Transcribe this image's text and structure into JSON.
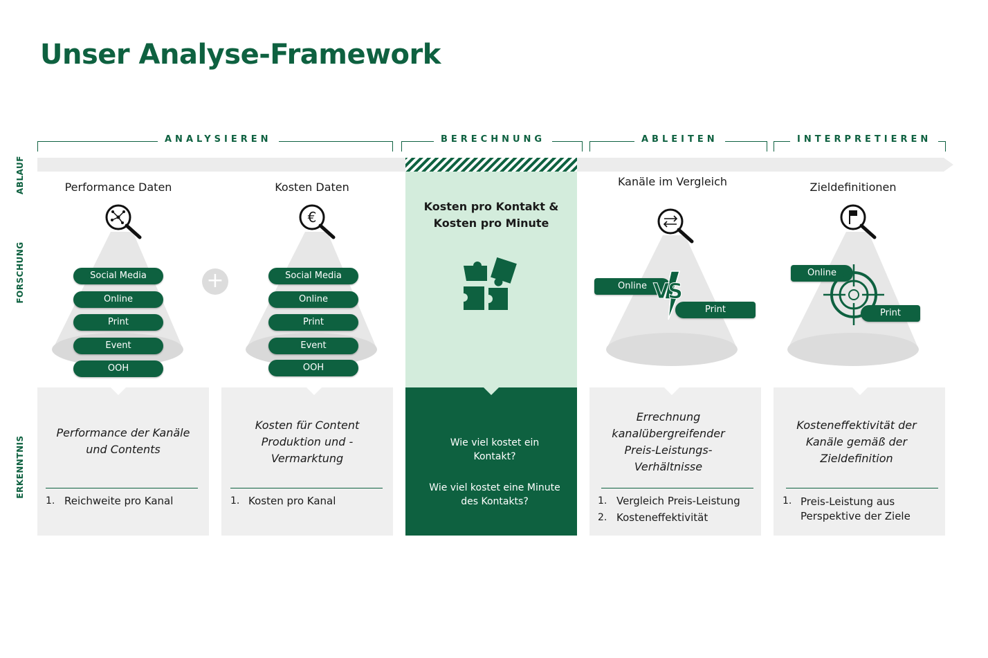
{
  "title": "Unser Analyse-Framework",
  "phases": [
    "ANALYSIEREN",
    "BERECHNUNG",
    "ABLEITEN",
    "INTERPRETIEREN"
  ],
  "rows": [
    "ABLAUF",
    "FORSCHUNG",
    "ERKENNTNIS"
  ],
  "columns": [
    {
      "heading": "Performance Daten",
      "icon": "network-magnifier-icon",
      "pills": [
        "Social Media",
        "Online",
        "Print",
        "Event",
        "OOH"
      ],
      "result": "Performance der Kanäle und Contents",
      "items": [
        "Reichweite pro Kanal"
      ]
    },
    {
      "heading": "Kosten Daten",
      "icon": "euro-magnifier-icon",
      "pills": [
        "Social Media",
        "Online",
        "Print",
        "Event",
        "OOH"
      ],
      "result": "Kosten für Content Produktion und -Vermarktung",
      "items": [
        "Kosten pro Kanal"
      ]
    },
    {
      "heading": "Kosten pro Kontakt & Kosten pro Minute",
      "icon": "puzzle-icon",
      "questions": [
        "Wie viel kostet ein Kontakt?",
        "Wie viel kostet eine Minute des Kontakts?"
      ]
    },
    {
      "heading": "Kanäle im Vergleich",
      "icon": "compare-magnifier-icon",
      "pills": [
        "Online",
        "Print"
      ],
      "vs": "VS",
      "result": "Errechnung kanalübergreifender Preis-Leistungs-Verhältnisse",
      "items": [
        "Vergleich Preis-Leistung",
        "Kosteneffektivität"
      ]
    },
    {
      "heading": "Zieldefinitionen",
      "icon": "flag-magnifier-icon",
      "pills": [
        "Online",
        "Print"
      ],
      "result": "Kosteneffektivität der Kanäle gemäß der Zieldefinition",
      "items": [
        "Preis-Leistung aus Perspektive der Ziele"
      ]
    }
  ],
  "colors": {
    "brand_green": "#0e6140",
    "light_green": "#d3ecdc",
    "gray_box": "#efefef",
    "spotlight": "#e3e3e3"
  }
}
